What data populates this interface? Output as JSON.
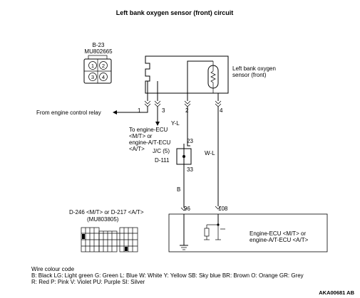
{
  "title": "Left bank oxygen sensor (front) circuit",
  "connector": {
    "id": "B-23",
    "part_number": "MU802665",
    "pins": [
      "1",
      "2",
      "3",
      "4"
    ]
  },
  "sensor": {
    "label_line1": "Left bank oxygen",
    "label_line2": "sensor (front)"
  },
  "relay_label": "From engine control relay",
  "pins": {
    "p1": "1",
    "p3": "3",
    "p2": "2",
    "p4": "4"
  },
  "wires": {
    "yl": "Y-L",
    "wl": "W-L",
    "b": "B"
  },
  "ecu_note": {
    "line1": "To engine-ECU",
    "line2": "<M/T> or",
    "line3": "engine-A/T-ECU",
    "line4": "<A/T>"
  },
  "junction": {
    "label": "J/C (5)",
    "id": "D-111",
    "pin_top": "23",
    "pin_bottom": "33"
  },
  "ecu_connector": {
    "label": "D-246 <M/T> or D-217 <A/T>",
    "part_number": "(MU803805)",
    "pin_96": "96",
    "pin_108": "108"
  },
  "ecu_box": {
    "line1": "Engine-ECU <M/T> or",
    "line2": "engine-A/T-ECU <A/T>"
  },
  "colour_code": {
    "heading": "Wire colour code",
    "line1": "B: Black  LG: Light green  G: Green  L: Blue  W: White  Y: Yellow  SB: Sky blue  BR: Brown  O: Orange  GR: Grey",
    "line2": "R: Red  P: Pink  V: Violet  PU: Purple  SI: Silver"
  },
  "figure_id": "AKA00681 AB"
}
